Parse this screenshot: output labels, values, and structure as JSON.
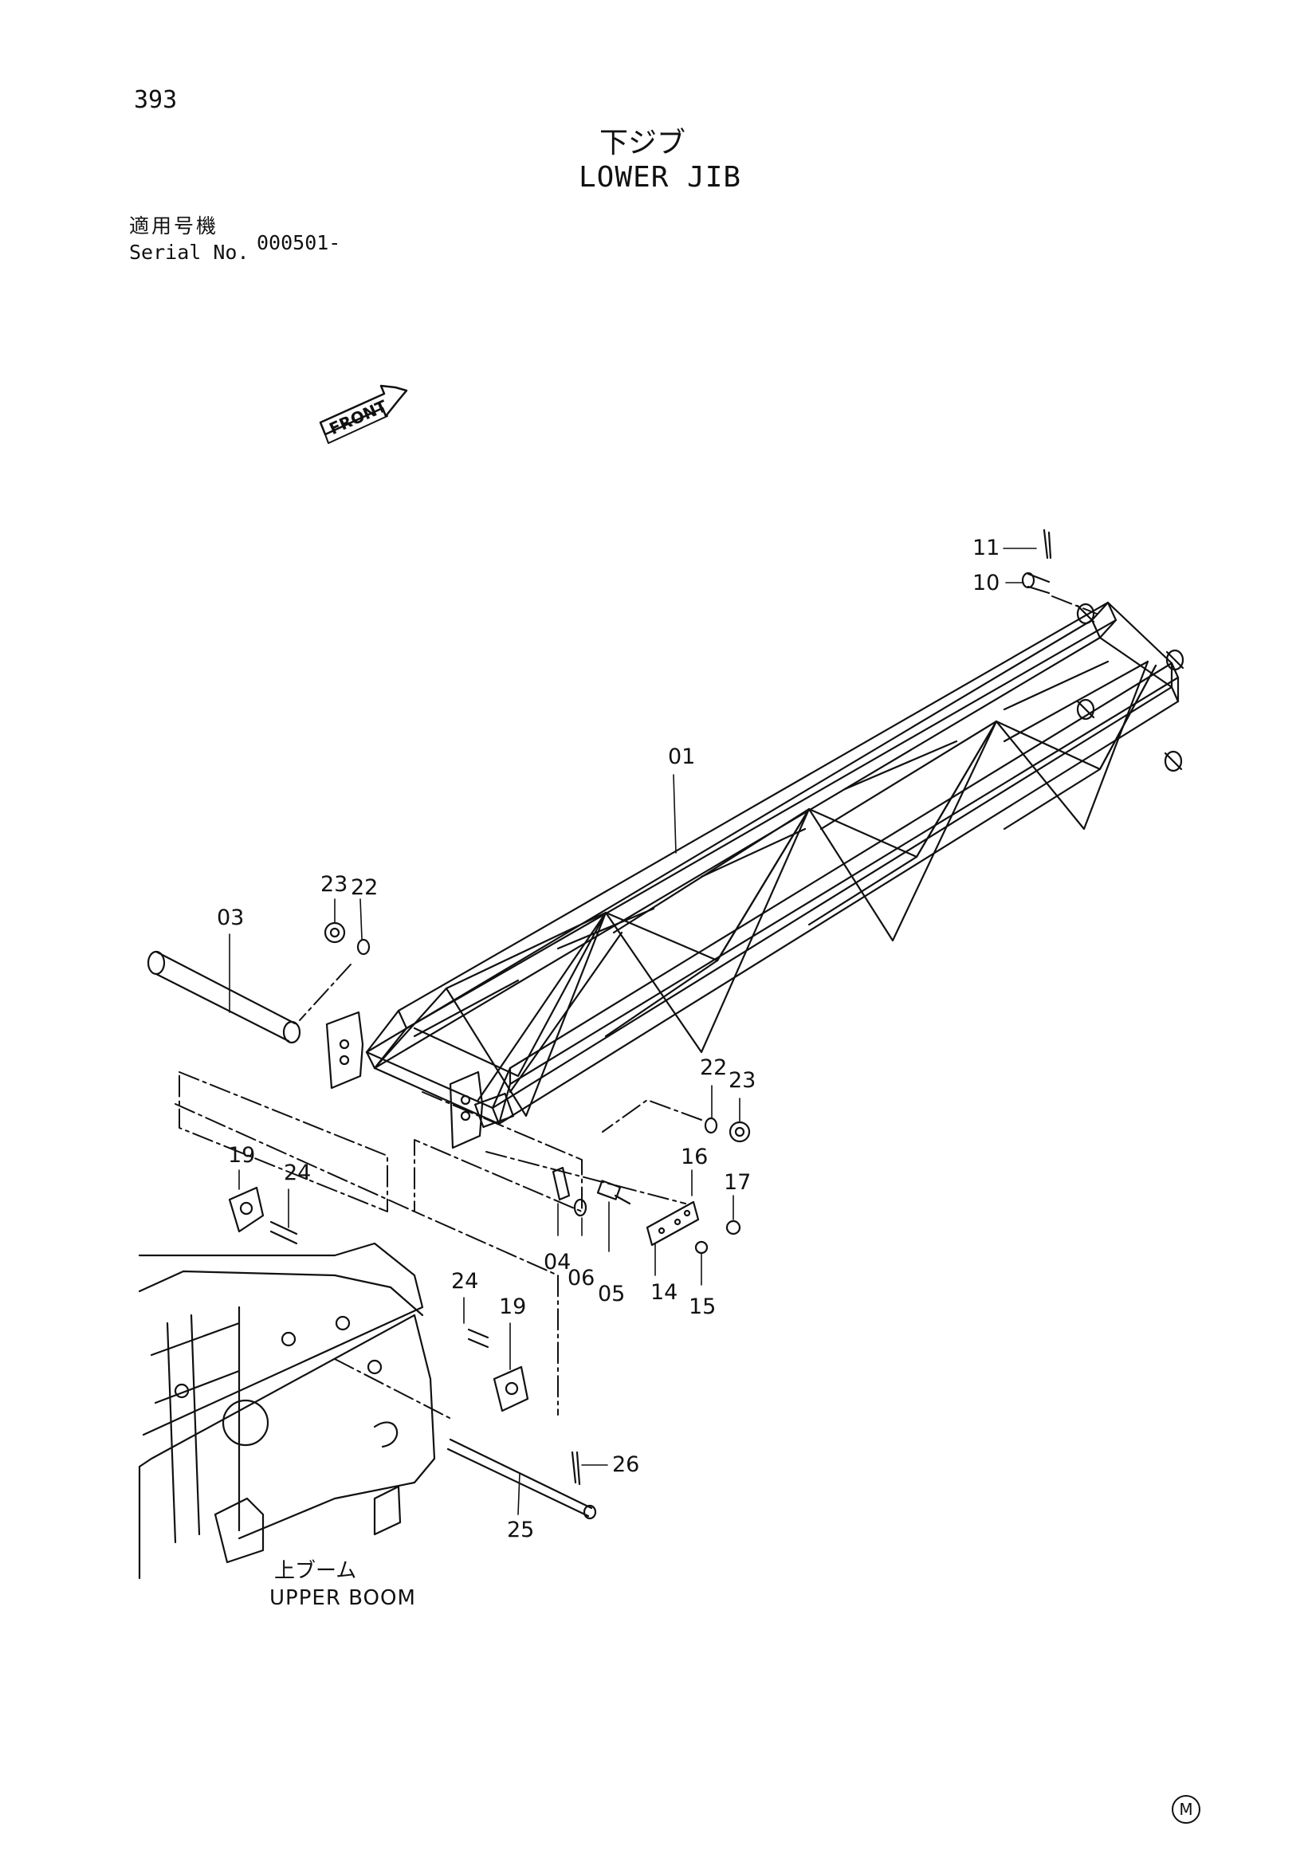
{
  "page_number": "393",
  "title_ja": "下ジブ",
  "title_en": "LOWER JIB",
  "serial_label_ja": "適用号機",
  "serial_label_en": "Serial No.",
  "serial_value": "000501-",
  "front_label": "FRONT",
  "upper_boom_ja": "上ブーム",
  "upper_boom_en": "UPPER BOOM",
  "corner_mark": "M",
  "callouts": {
    "c01": "01",
    "c03": "03",
    "c04": "04",
    "c05": "05",
    "c06": "06",
    "c10": "10",
    "c11": "11",
    "c14": "14",
    "c15": "15",
    "c16": "16",
    "c17": "17",
    "c19a": "19",
    "c19b": "19",
    "c22a": "22",
    "c22b": "22",
    "c23a": "23",
    "c23b": "23",
    "c24a": "24",
    "c24b": "24",
    "c25": "25",
    "c26": "26"
  }
}
